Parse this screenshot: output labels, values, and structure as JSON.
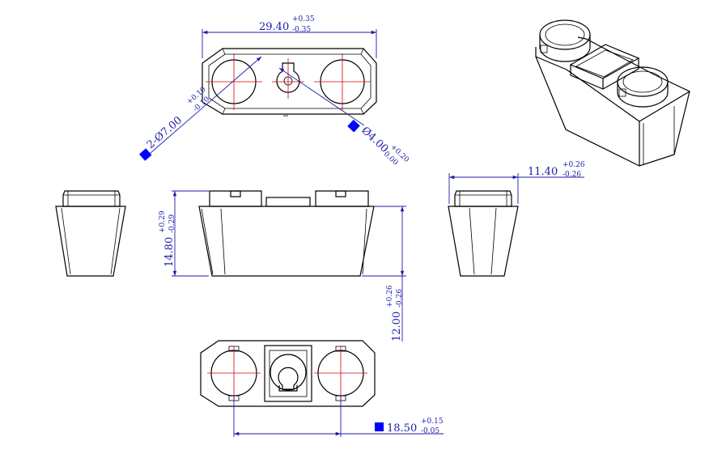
{
  "colors": {
    "outline": "#000000",
    "dimension": "#1c1ca8",
    "centerline": "#d40000",
    "marker": "#0000ff"
  },
  "dimensions": {
    "length": {
      "value": "29.40",
      "plus": "+0.35",
      "minus": "-0.35"
    },
    "hole_large": {
      "value": "2-Ø7.00",
      "plus": "+0.10",
      "minus": "-0.10"
    },
    "hole_small": {
      "value": "Ø4.00",
      "plus": "+0.20",
      "minus": "0.00"
    },
    "width": {
      "value": "11.40",
      "plus": "+0.26",
      "minus": "-0.26"
    },
    "height": {
      "value": "14.80",
      "plus": "+0.29",
      "minus": "-0.29"
    },
    "body_height": {
      "value": "12.00",
      "plus": "+0.26",
      "minus": "-0.26"
    },
    "hole_spacing": {
      "value": "18.50",
      "plus": "+0.15",
      "minus": "-0.05"
    }
  }
}
